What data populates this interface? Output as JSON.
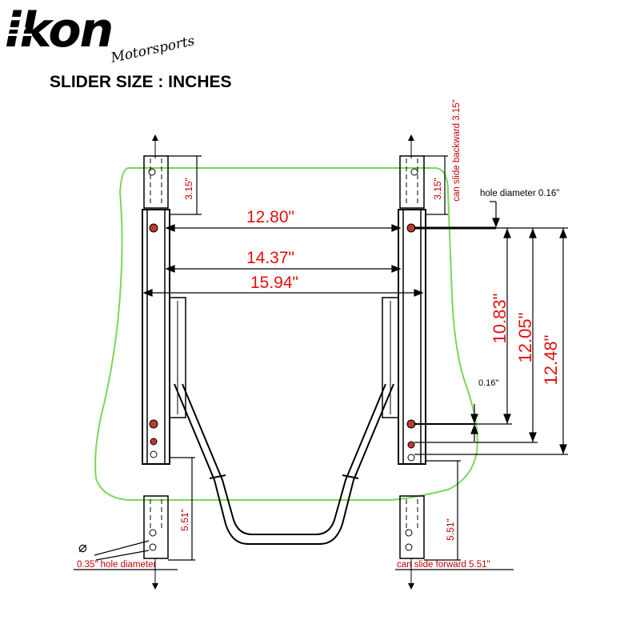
{
  "brand": {
    "name": "ikon",
    "subtitle": "Motorsports",
    "logo_color": "#000000"
  },
  "title": "SLIDER SIZE : INCHES",
  "dimensions": {
    "width_1": "12.80\"",
    "width_2": "14.37\"",
    "width_3": "15.94\"",
    "height_1": "10.83\"",
    "height_2": "12.05\"",
    "height_3": "12.48\"",
    "small_offset": "0.16\"",
    "top_offset_left": "3.15\"",
    "top_offset_right": "3.15\"",
    "bottom_offset_left": "5.51\"",
    "bottom_offset_right": "5.51\""
  },
  "notes": {
    "slide_backward": "can slide backward 3.15\"",
    "hole_diameter_small": "hole diameter 0.16\"",
    "hole_diameter_large": "0.35\" hole diameter",
    "slide_forward": "can slide forward 5.51\"",
    "diameter_symbol": "⌀"
  },
  "colors": {
    "dimension_red": "#e01010",
    "note_red": "#c00000",
    "outline_green": "#7ad65a",
    "bolt_red": "#c03a2a",
    "line_black": "#000000"
  }
}
